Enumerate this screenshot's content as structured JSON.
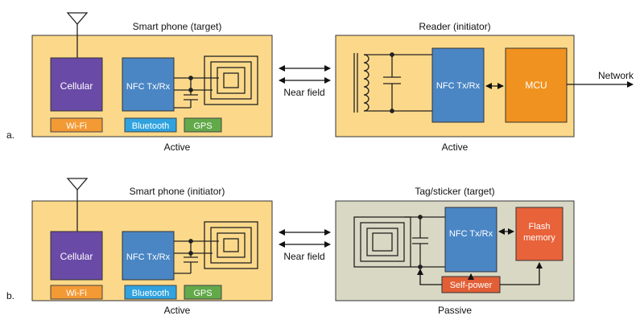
{
  "colors": {
    "panel_yellow": "#fcd98a",
    "panel_gray": "#d9d8c4",
    "cellular_purple": "#6a4aa7",
    "nfc_blue": "#4a86c4",
    "mcu_orange": "#f0921f",
    "flash_orange": "#e8623a",
    "selfpower_orange": "#e25f36",
    "wifi_orange": "#f39a35",
    "bluetooth_blue": "#2fa2df",
    "gps_green": "#62a94a"
  },
  "a": {
    "label": "a.",
    "phone_title": "Smart phone (target)",
    "cellular": "Cellular",
    "nfc": "NFC Tx/Rx",
    "wifi": "Wi-Fi",
    "bluetooth": "Bluetooth",
    "gps": "GPS",
    "phone_status": "Active",
    "near_field": "Near field",
    "reader_title": "Reader (initiator)",
    "reader_nfc": "NFC Tx/Rx",
    "mcu": "MCU",
    "network": "Network",
    "reader_status": "Active"
  },
  "b": {
    "label": "b.",
    "phone_title": "Smart phone (initiator)",
    "cellular": "Cellular",
    "nfc": "NFC Tx/Rx",
    "wifi": "Wi-Fi",
    "bluetooth": "Bluetooth",
    "gps": "GPS",
    "phone_status": "Active",
    "near_field": "Near field",
    "tag_title": "Tag/sticker (target)",
    "tag_nfc": "NFC Tx/Rx",
    "flash_line1": "Flash",
    "flash_line2": "memory",
    "self_power": "Self-power",
    "tag_status": "Passive"
  }
}
